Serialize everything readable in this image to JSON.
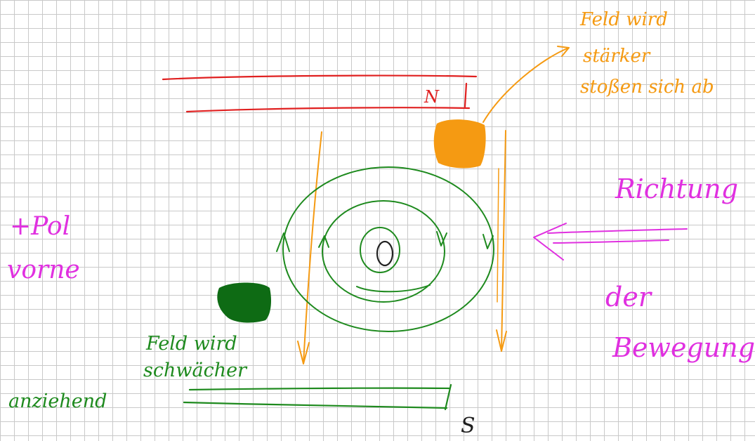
{
  "colors": {
    "background": "#ffffff",
    "grid": "#c9c9c9",
    "red": "#e02020",
    "orange": "#f59a12",
    "green": "#1e8a1e",
    "dark_green": "#0e6b14",
    "magenta": "#e030e0",
    "black": "#222222"
  },
  "labels": {
    "magnet_north": "N",
    "magnet_south": "S",
    "note_orange_line1": "Feld wird",
    "note_orange_line2": "stärker",
    "note_orange_line3": "stoßen sich ab",
    "note_green_line1": "Feld wird",
    "note_green_line2": "schwächer",
    "note_green_line3": "anziehend",
    "left_line1": "+Pol",
    "left_line2": "vorne",
    "right_line1": "Richtung",
    "right_line2": "der",
    "right_line3": "Bewegung"
  }
}
